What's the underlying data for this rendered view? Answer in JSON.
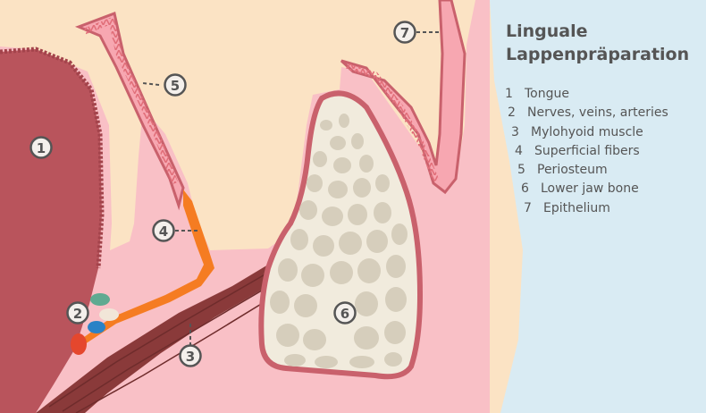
{
  "title": {
    "line1": "Linguale",
    "line2": "Lappenpräparation"
  },
  "markers": [
    "1",
    "2",
    "3",
    "4",
    "5",
    "6",
    "7"
  ],
  "legend": [
    {
      "num": "1",
      "label": "Tongue"
    },
    {
      "num": "2",
      "label": "Nerves, veins, arteries"
    },
    {
      "num": "3",
      "label": "Mylohyoid muscle"
    },
    {
      "num": "4",
      "label": "Superficial fibers"
    },
    {
      "num": "5",
      "label": "Periosteum"
    },
    {
      "num": "6",
      "label": "Lower jaw bone"
    },
    {
      "num": "7",
      "label": "Epithelium"
    }
  ],
  "colors": {
    "background": "#fbe3c4",
    "soft_tissue": "#f9c0c6",
    "tongue": "#b9545c",
    "muscle": "#8a3a3a",
    "superficial_fibers": "#f57c22",
    "bone": "#f1ebdd",
    "bone_pores": "#d6cebc",
    "side_panel": "#d9ebf3"
  }
}
